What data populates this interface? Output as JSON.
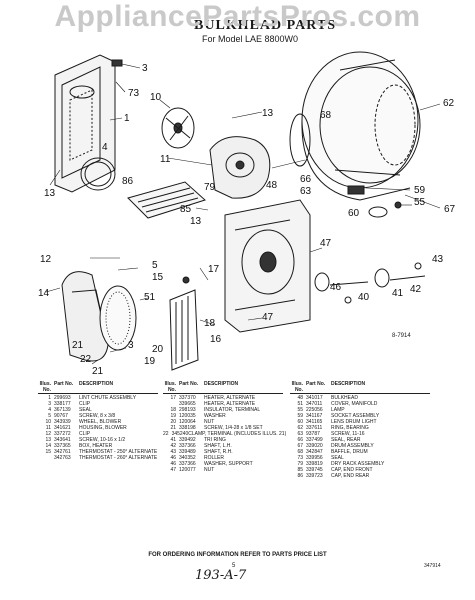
{
  "watermark": "AppliancePartsPros.com",
  "title": "BULKHEAD PARTS",
  "subtitle": "For Model LAE 8800W0",
  "figure_ref": "8-7914",
  "callouts": [
    "3",
    "73",
    "1",
    "10",
    "13",
    "68",
    "62",
    "4",
    "11",
    "13",
    "66",
    "63",
    "86",
    "79",
    "48",
    "59",
    "55",
    "67",
    "60",
    "85",
    "13",
    "12",
    "5",
    "15",
    "17",
    "47",
    "43",
    "14",
    "51",
    "46",
    "41",
    "42",
    "40",
    "18",
    "47",
    "16",
    "21",
    "3",
    "22",
    "20",
    "19",
    "21"
  ],
  "columns": [
    {
      "header": {
        "no": "Illus. No.",
        "part": "Part No.",
        "desc": "DESCRIPTION"
      },
      "rows": [
        {
          "no": "1",
          "part": "299693",
          "desc": "LINT CHUTE ASSEMBLY"
        },
        {
          "no": "3",
          "part": "338177",
          "desc": "CLIP"
        },
        {
          "no": "4",
          "part": "367139",
          "desc": "SEAL"
        },
        {
          "no": "5",
          "part": "90767",
          "desc": "SCREW, 8 x 3/8"
        },
        {
          "no": "10",
          "part": "343939",
          "desc": "WHEEL, BLOWER"
        },
        {
          "no": "11",
          "part": "341621",
          "desc": "HOUSING, BLOWER"
        },
        {
          "no": "12",
          "part": "337272",
          "desc": "CLIP"
        },
        {
          "no": "13",
          "part": "343641",
          "desc": "SCREW, 10-16 x 1/2"
        },
        {
          "no": "14",
          "part": "337365",
          "desc": "BOX, HEATER"
        },
        {
          "no": "15",
          "part": "342761",
          "desc": "THERMOSTAT - 250° ALTERNATE"
        },
        {
          "no": "",
          "part": "342763",
          "desc": "THERMOSTAT - 260° ALTERNATE"
        }
      ]
    },
    {
      "header": {
        "no": "Illus. No.",
        "part": "Part No.",
        "desc": "DESCRIPTION"
      },
      "rows": [
        {
          "no": "17",
          "part": "337370",
          "desc": "HEATER, ALTERNATE"
        },
        {
          "no": "",
          "part": "339665",
          "desc": "HEATER, ALTERNATE"
        },
        {
          "no": "18",
          "part": "298193",
          "desc": "INSULATOR, TERMINAL"
        },
        {
          "no": "19",
          "part": "120035",
          "desc": "WASHER"
        },
        {
          "no": "20",
          "part": "120064",
          "desc": "NUT"
        },
        {
          "no": "21",
          "part": "338198",
          "desc": "SCREW, 1/4-28 x 1/8 SET"
        },
        {
          "no": "22",
          "part": "345240",
          "desc": "CLAMP, TERMINAL (INCLUDES ILLUS. 21)"
        },
        {
          "no": "41",
          "part": "339492",
          "desc": "TRI RING"
        },
        {
          "no": "42",
          "part": "337366",
          "desc": "SHAFT, L.H."
        },
        {
          "no": "43",
          "part": "339489",
          "desc": "SHAFT, R.H."
        },
        {
          "no": "46",
          "part": "340352",
          "desc": "ROLLER"
        },
        {
          "no": "46",
          "part": "337366",
          "desc": "WASHER, SUPPORT"
        },
        {
          "no": "47",
          "part": "120077",
          "desc": "NUT"
        }
      ]
    },
    {
      "header": {
        "no": "Illus. No.",
        "part": "Part No.",
        "desc": "DESCRIPTION"
      },
      "rows": [
        {
          "no": "48",
          "part": "341017",
          "desc": "BULKHEAD"
        },
        {
          "no": "51",
          "part": "347011",
          "desc": "COVER, MANIFOLD"
        },
        {
          "no": "55",
          "part": "225056",
          "desc": "LAMP"
        },
        {
          "no": "59",
          "part": "341167",
          "desc": "SOCKET ASSEMBLY"
        },
        {
          "no": "60",
          "part": "341165",
          "desc": "LENS DRUM LIGHT"
        },
        {
          "no": "62",
          "part": "337611",
          "desc": "RING, BEARING"
        },
        {
          "no": "63",
          "part": "93787",
          "desc": "SCREW, 11-16"
        },
        {
          "no": "66",
          "part": "337499",
          "desc": "SEAL, REAR"
        },
        {
          "no": "67",
          "part": "339020",
          "desc": "DRUM ASSEMBLY"
        },
        {
          "no": "68",
          "part": "342847",
          "desc": "BAFFLE, DRUM"
        },
        {
          "no": "73",
          "part": "339956",
          "desc": "SEAL"
        },
        {
          "no": "79",
          "part": "339819",
          "desc": "DRY RACK ASSEMBLY"
        },
        {
          "no": "85",
          "part": "339745",
          "desc": "CAP, END FRONT"
        },
        {
          "no": "86",
          "part": "339723",
          "desc": "CAP, END REAR"
        }
      ]
    }
  ],
  "footer": "FOR ORDERING INFORMATION REFER TO PARTS PRICE LIST",
  "page_number": "5",
  "doc_number": "347914",
  "handwritten_note": "193-A-7"
}
